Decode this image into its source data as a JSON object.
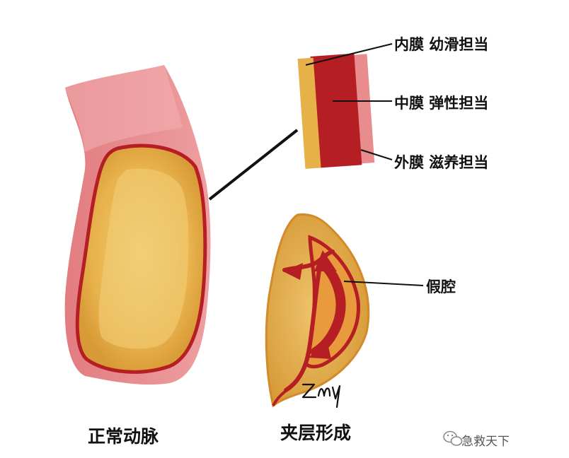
{
  "labels": {
    "intima": "内膜 幼滑担当",
    "media": "中膜 弹性担当",
    "adventitia": "外膜 滋养担当",
    "false_lumen": "假腔"
  },
  "captions": {
    "normal": "正常动脉",
    "dissection": "夹层形成"
  },
  "signature": "Zmy",
  "watermark": {
    "text": "急救天下",
    "icon": "wechat-icon"
  },
  "colors": {
    "vessel_pink": "#E58A8C",
    "vessel_dark_red": "#B51E23",
    "lumen_yellow": "#E6B04A",
    "lumen_light": "#F1CC73"
  }
}
